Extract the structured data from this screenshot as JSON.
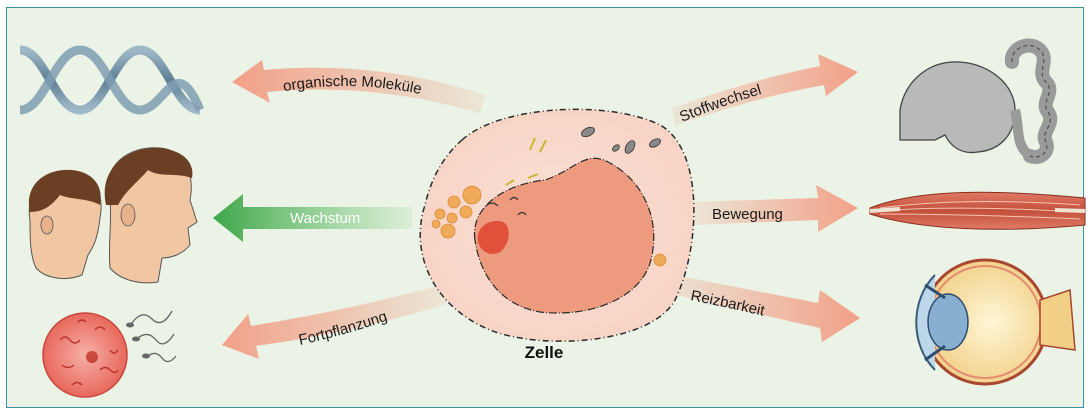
{
  "center": {
    "label": "Zelle"
  },
  "arrows": {
    "organic_molecules": "organische Moleküle",
    "growth": "Wachstum",
    "reproduction": "Fortpflanzung",
    "metabolism": "Stoffwechsel",
    "movement": "Bewegung",
    "irritability": "Reizbarkeit"
  },
  "colors": {
    "frame_border": "#3f8f9c",
    "background": "#eaf3e5",
    "salmon_arrow": "#f2a088",
    "green_arrow": "#4caf50",
    "nucleus": "#ee9a7e"
  },
  "icons": {
    "top_left": "dna-helix-icon",
    "middle_left": "two-heads-icon",
    "bottom_left": "egg-and-sperm-icon",
    "top_right": "stomach-intestine-icon",
    "middle_right": "muscle-fibers-icon",
    "bottom_right": "eye-cross-section-icon"
  }
}
